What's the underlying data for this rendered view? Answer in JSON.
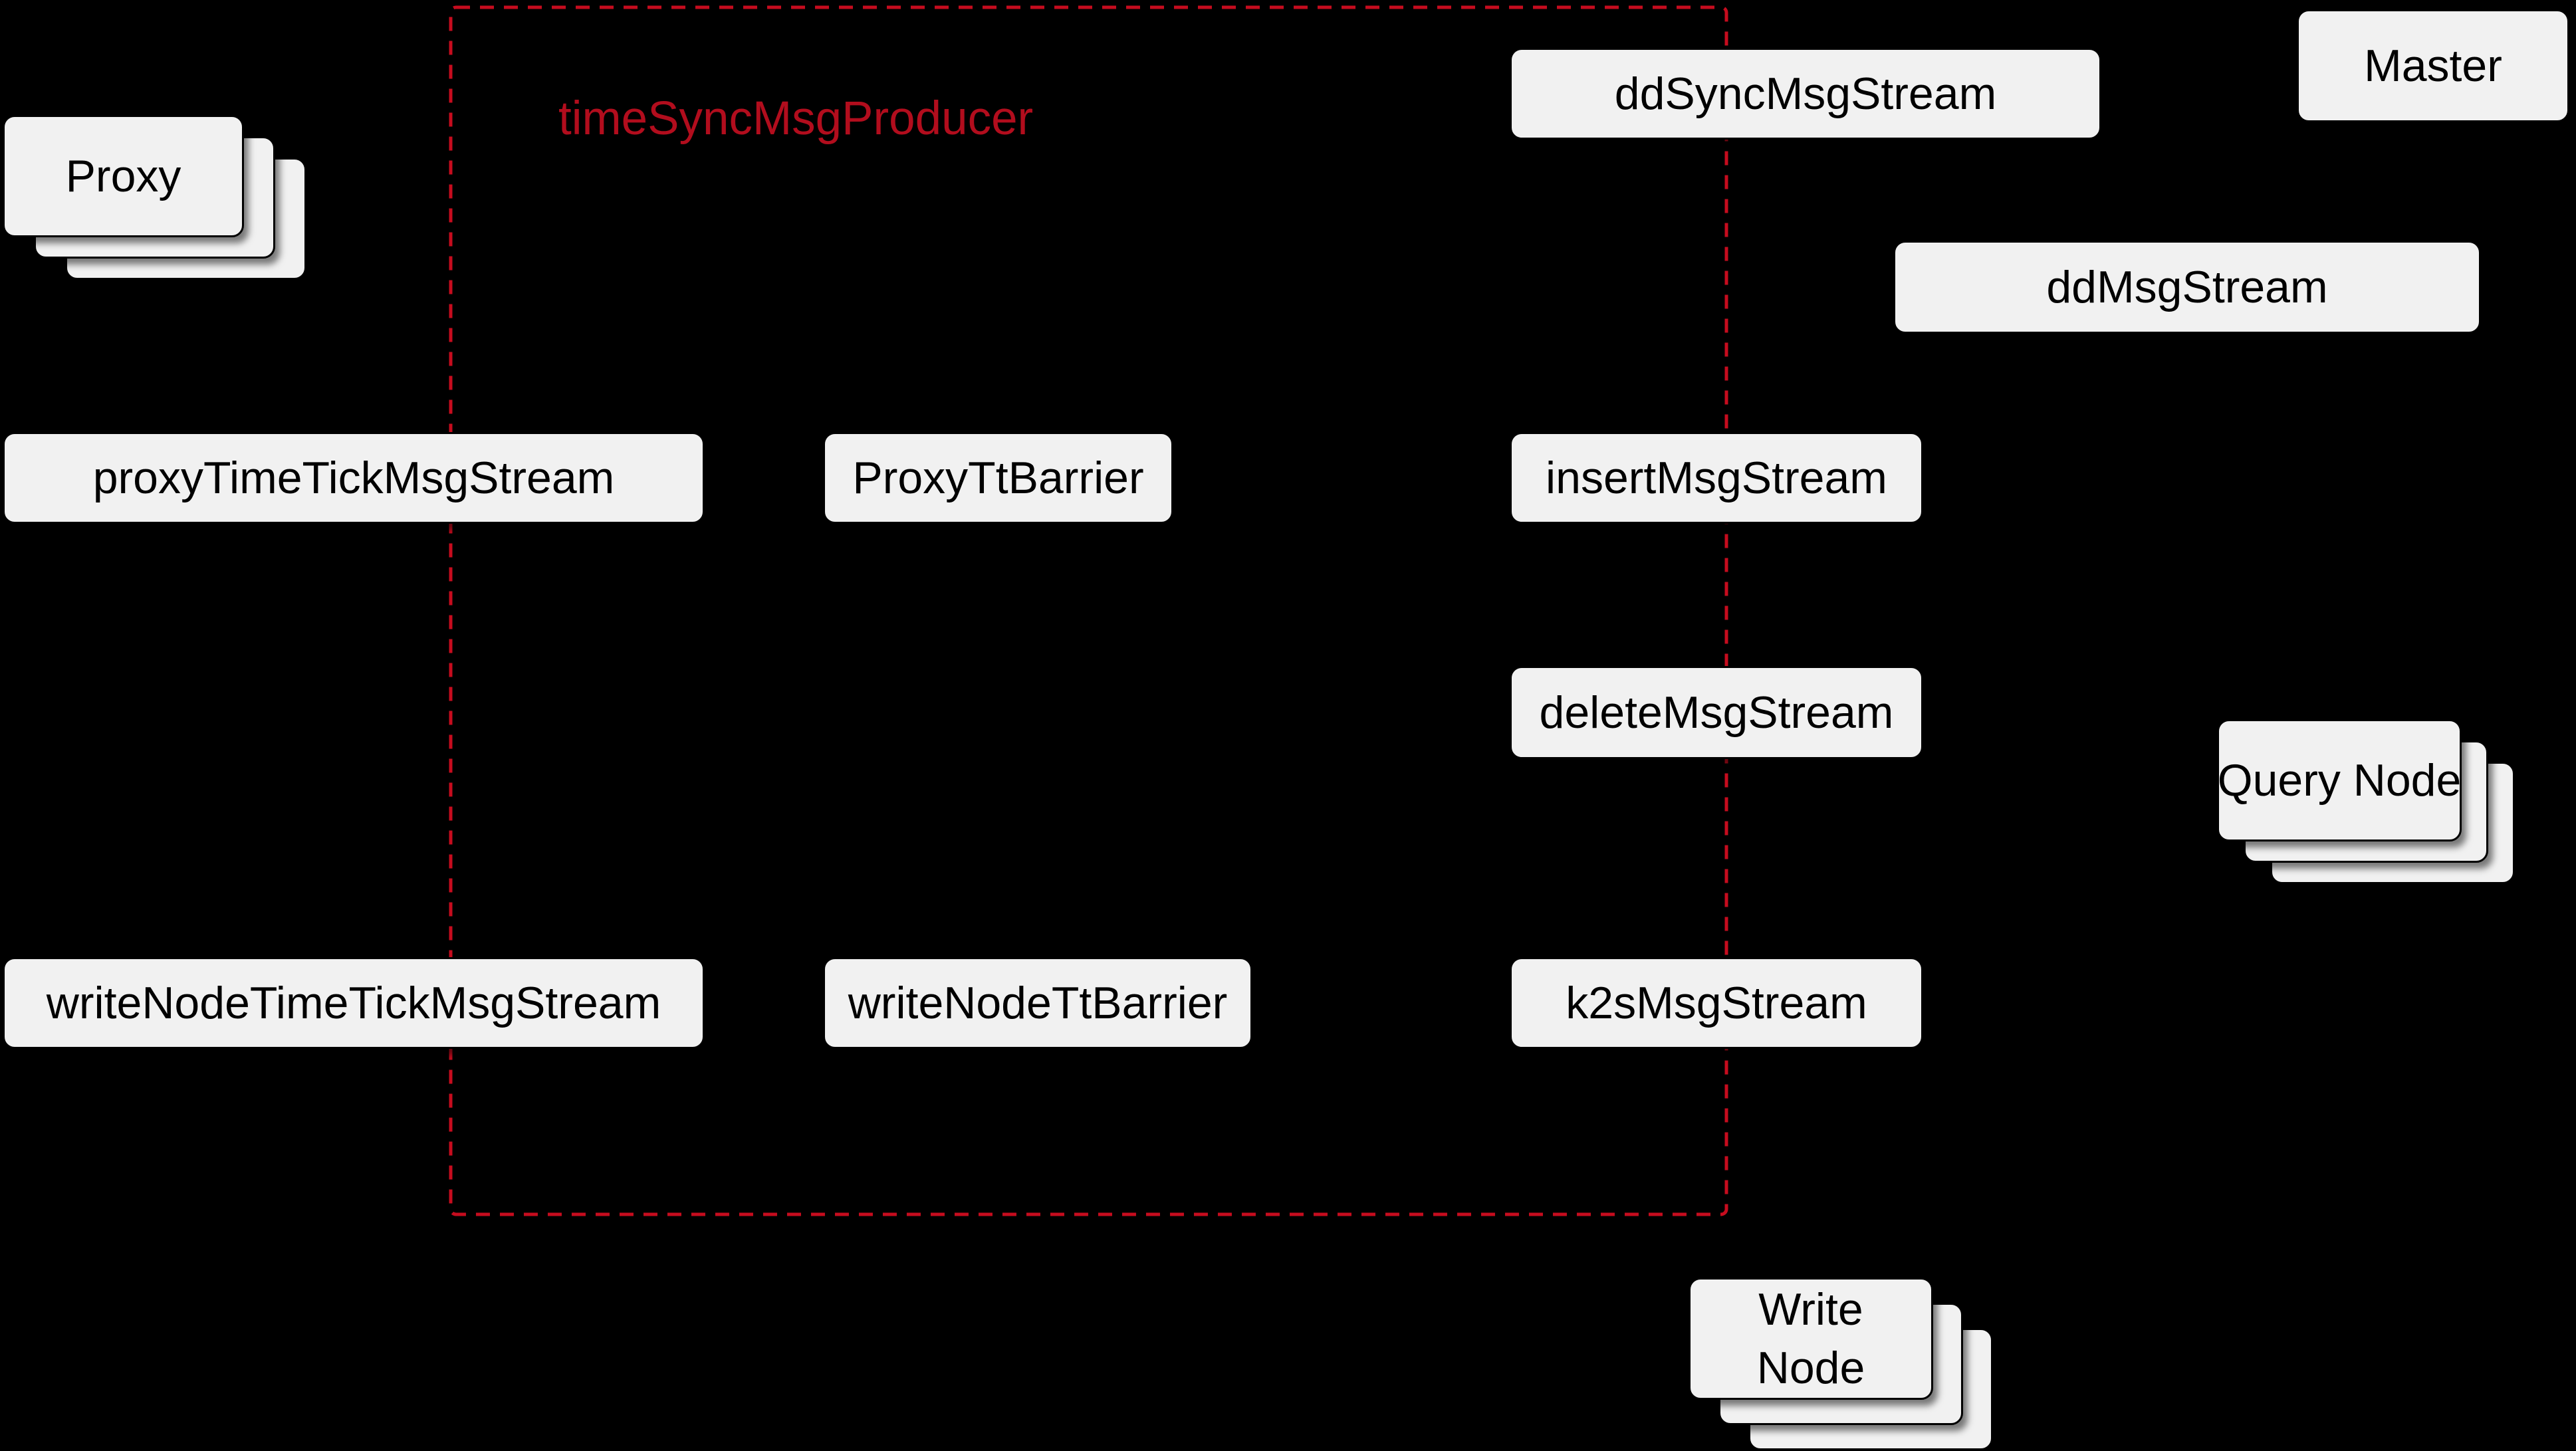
{
  "colors": {
    "background": "#000000",
    "box_fill": "#f1f1f1",
    "box_border": "#000000",
    "box_text": "#000000",
    "producer_border": "#c60c1e",
    "producer_label": "#b20d1d"
  },
  "producer_group": {
    "label": "timeSyncMsgProducer"
  },
  "nodes": {
    "proxy": {
      "label": "Proxy",
      "stacked_instances": 3
    },
    "master": {
      "label": "Master"
    },
    "query_node": {
      "label": "Query Node",
      "stacked_instances": 3
    },
    "write_node": {
      "label": "Write Node",
      "line1": "Write",
      "line2": "Node",
      "stacked_instances": 3
    }
  },
  "streams": {
    "dd_sync": {
      "label": "ddSyncMsgStream"
    },
    "dd": {
      "label": "ddMsgStream"
    },
    "proxy_time_tick": {
      "label": "proxyTimeTickMsgStream"
    },
    "proxy_tt_barrier": {
      "label": "ProxyTtBarrier"
    },
    "insert": {
      "label": "insertMsgStream"
    },
    "delete": {
      "label": "deleteMsgStream"
    },
    "write_node_time_tick": {
      "label": "writeNodeTimeTickMsgStream"
    },
    "write_node_tt_barrier": {
      "label": "writeNodeTtBarrier"
    },
    "k2s": {
      "label": "k2sMsgStream"
    }
  }
}
